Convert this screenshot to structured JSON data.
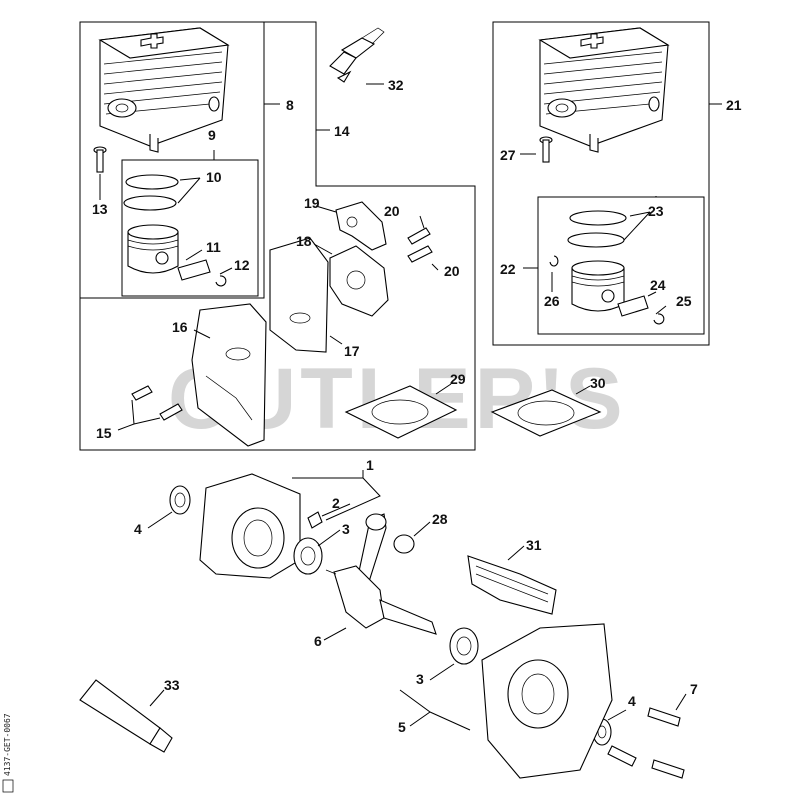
{
  "watermark": "CUTLER'S",
  "side_code": "4137-GET-0067",
  "callouts": {
    "c1": "1",
    "c2": "2",
    "c3a": "3",
    "c3b": "3",
    "c4a": "4",
    "c4b": "4",
    "c5": "5",
    "c6": "6",
    "c7": "7",
    "c8": "8",
    "c9": "9",
    "c10": "10",
    "c11": "11",
    "c12": "12",
    "c13": "13",
    "c14": "14",
    "c15": "15",
    "c16": "16",
    "c17": "17",
    "c18": "18",
    "c19": "19",
    "c20a": "20",
    "c20b": "20",
    "c21": "21",
    "c22": "22",
    "c23": "23",
    "c24": "24",
    "c25": "25",
    "c26": "26",
    "c27": "27",
    "c28": "28",
    "c29": "29",
    "c30": "30",
    "c31": "31",
    "c32": "32",
    "c33": "33"
  }
}
